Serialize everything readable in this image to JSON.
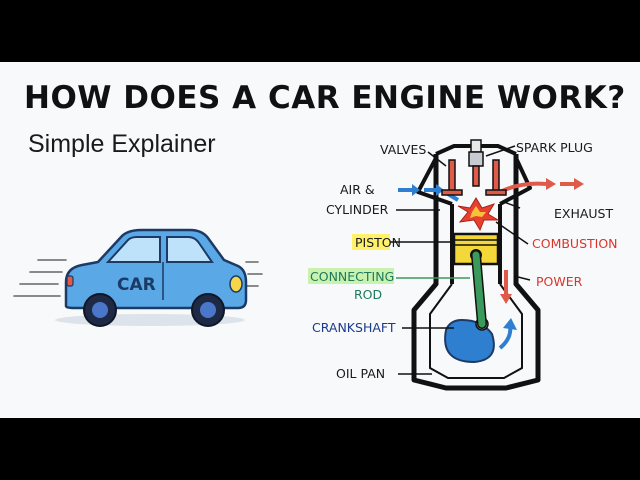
{
  "title": "HOW DOES A CAR ENGINE WORK?",
  "subtitle": "Simple Explainer",
  "car_label": "CAR",
  "labels": {
    "valves": "VALVES",
    "spark_plug": "SPARK PLUG",
    "air_line1": "AIR &",
    "air_line2": "CYLINDER",
    "exhaust": "EXHAUST",
    "piston": "PISTON",
    "combustion": "COMBUSTION",
    "connecting_line1": "CONNECTING",
    "connecting_line2": "ROD",
    "power": "POWER",
    "crankshaft": "CRANKSHAFT",
    "oil_pan": "OIL PAN"
  },
  "colors": {
    "car_blue": "#5aa9e6",
    "piston_yellow": "#f4d83a",
    "rod_green": "#3a9a5b",
    "crank_blue": "#2f7fd0",
    "combustion_red": "#d9362b",
    "air_blue": "#2f7fd0",
    "highlight_yellow": "#fff16a",
    "highlight_green": "#c9f2b0"
  },
  "icons": [
    "car-icon",
    "spark-plug-icon",
    "air-intake-arrow-icon",
    "exhaust-arrow-icon",
    "combustion-burst-icon",
    "rotation-arrow-icon"
  ]
}
